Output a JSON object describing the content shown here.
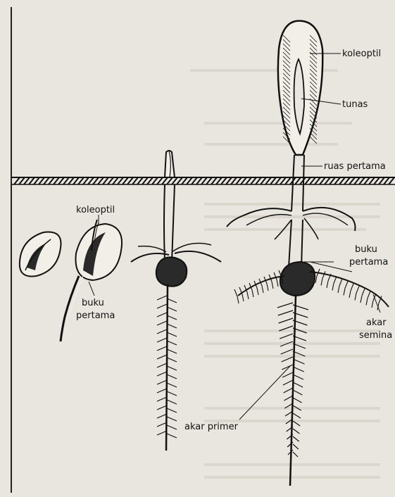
{
  "labels": {
    "koleoptil_right": "koleoptil",
    "tunas": "tunas",
    "ruas_pertama": "ruas pertama",
    "koleoptil_left": "koleoptil",
    "buku_left_1": "buku",
    "buku_left_2": "pertama",
    "buku_right_1": "buku",
    "buku_right_2": "pertama",
    "akar_seminal_1": "akar",
    "akar_seminal_2": "semina",
    "akar_primer": "akar primer"
  },
  "colors": {
    "paper": "#e9e6df",
    "ink": "#111111",
    "seed_fill": "#2a2a2a"
  }
}
